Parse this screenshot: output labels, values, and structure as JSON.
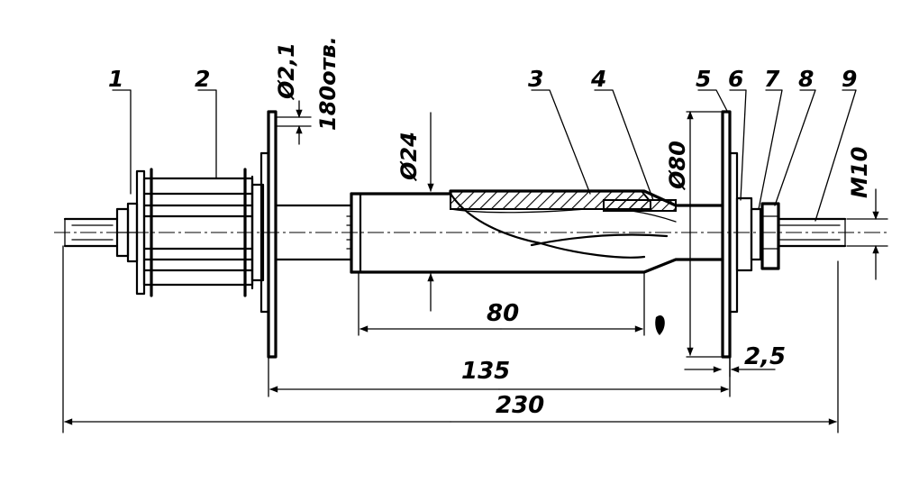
{
  "part_labels": [
    "1",
    "2",
    "3",
    "4",
    "5",
    "6",
    "7",
    "8",
    "9"
  ],
  "dimensions": {
    "length_80": "80",
    "length_135": "135",
    "length_230": "230",
    "gap_2_5": "2,5",
    "diameter_24": "Ø24",
    "diameter_80": "Ø80",
    "diameter_2_1": "Ø2,1",
    "holes_180": "180отв.",
    "thread_m10": "M10"
  }
}
